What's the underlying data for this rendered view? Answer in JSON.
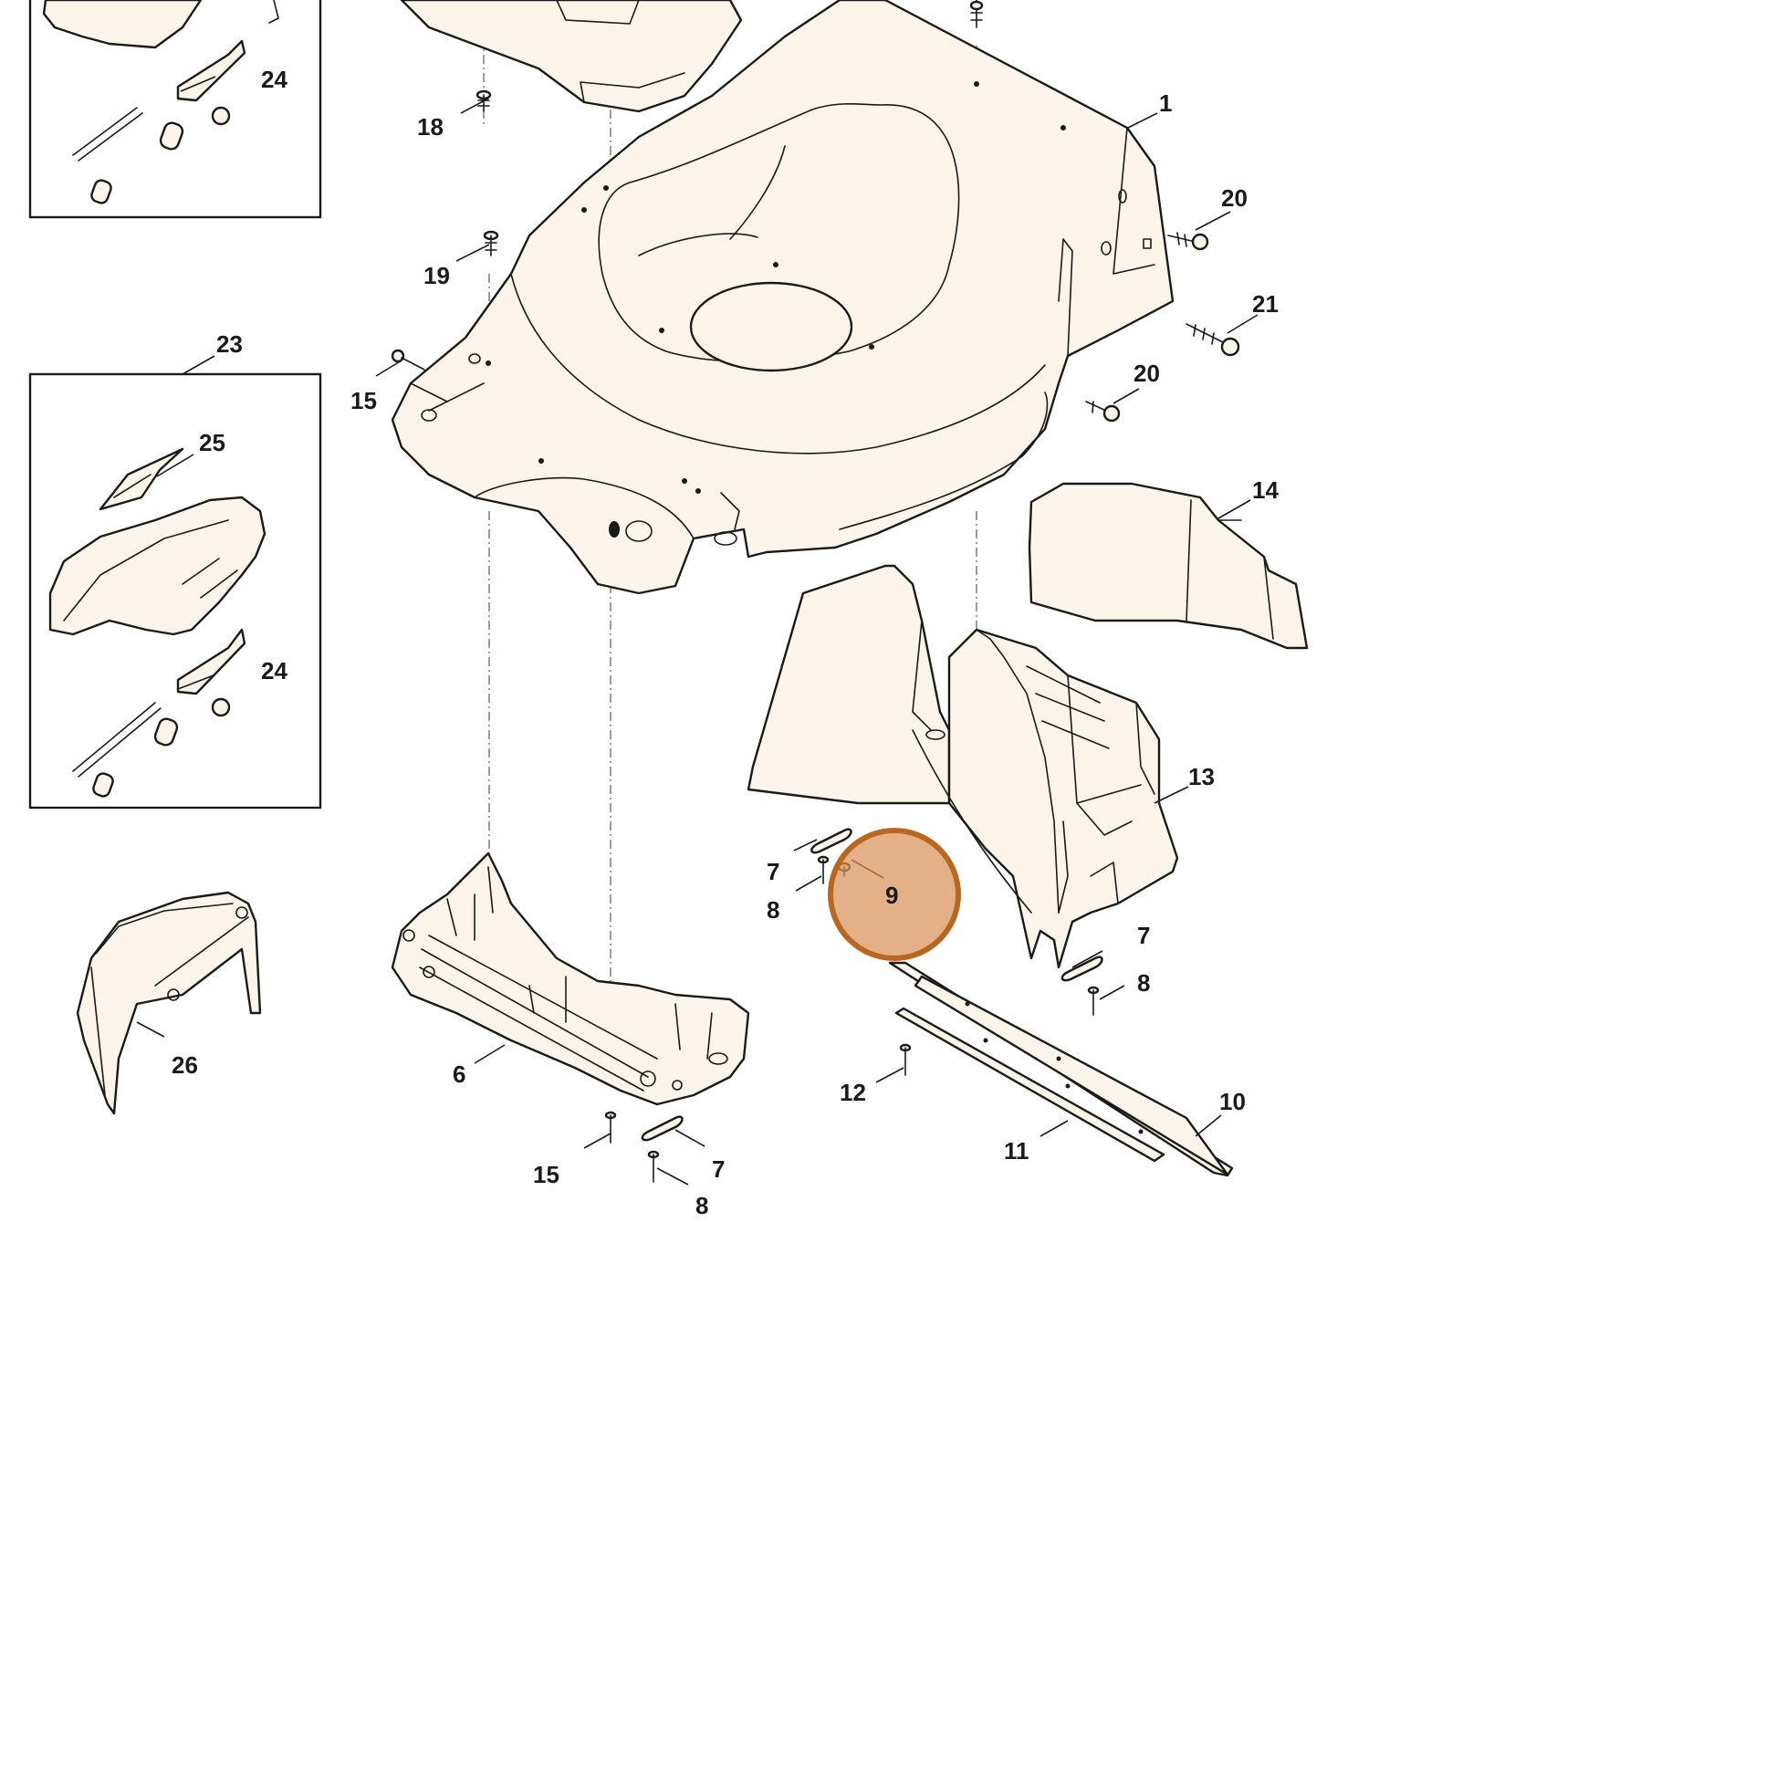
{
  "diagram": {
    "labels": {
      "p1": "1",
      "p6": "6",
      "p7a": "7",
      "p7b": "7",
      "p7c": "7",
      "p8a": "8",
      "p8b": "8",
      "p8c": "8",
      "p9": "9",
      "p10": "10",
      "p11": "11",
      "p12": "12",
      "p13": "13",
      "p14": "14",
      "p15a": "15",
      "p15b": "15",
      "p18": "18",
      "p19": "19",
      "p20a": "20",
      "p20b": "20",
      "p21": "21",
      "p23": "23",
      "p24a": "24",
      "p24b": "24",
      "p25": "25",
      "p26": "26"
    },
    "highlight": {
      "part": "9",
      "color": "#d9925a"
    }
  }
}
